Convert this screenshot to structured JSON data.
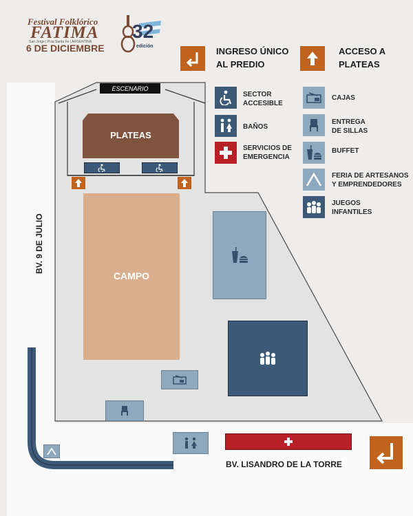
{
  "header": {
    "logo_line1": "Festival Folklórico",
    "logo_line2": "FATIMA",
    "logo_sub": "San Jorge | Pcia Santa Fe | ARGENTINA",
    "date": "6 DE DICIEMBRE",
    "edition_number": "32",
    "edition_label": "edición"
  },
  "access": {
    "ingreso_line1": "INGRESO ÚNICO",
    "ingreso_line2": "AL PREDIO",
    "plateas_line1": "ACCESO A",
    "plateas_line2": "PLATEAS",
    "color": "#c0631f"
  },
  "legend": {
    "left": [
      {
        "icon": "wheelchair-icon",
        "line1": "SECTOR",
        "line2": "ACCESIBLE"
      },
      {
        "icon": "restroom-icon",
        "line1": "BAÑOS",
        "line2": ""
      },
      {
        "icon": "medical-cross-icon",
        "line1": "SERVICIOS DE",
        "line2": "EMERGENCIA"
      }
    ],
    "right": [
      {
        "icon": "ticket-icon",
        "line1": "CAJAS",
        "line2": ""
      },
      {
        "icon": "chair-icon",
        "line1": "ENTREGA",
        "line2": "DE SILLAS"
      },
      {
        "icon": "food-icon",
        "line1": "BUFFET",
        "line2": ""
      },
      {
        "icon": "tent-icon",
        "line1": "FERIA DE ARTESANOS",
        "line2": "Y EMPRENDEDORES"
      },
      {
        "icon": "children-icon",
        "line1": "JUEGOS",
        "line2": "INFANTILES"
      }
    ]
  },
  "map": {
    "escenario": "ESCENARIO",
    "plateas": "PLATEAS",
    "campo": "CAMPO",
    "street_west": "BV. 9 DE JULIO",
    "street_south": "BV. LISANDRO DE LA TORRE"
  },
  "colors": {
    "navy": "#3c5a78",
    "steel": "#8ea8bd",
    "plateas": "#80533f",
    "campo": "#d9ae8d",
    "emergency": "#b81f27",
    "access": "#c0631f"
  }
}
